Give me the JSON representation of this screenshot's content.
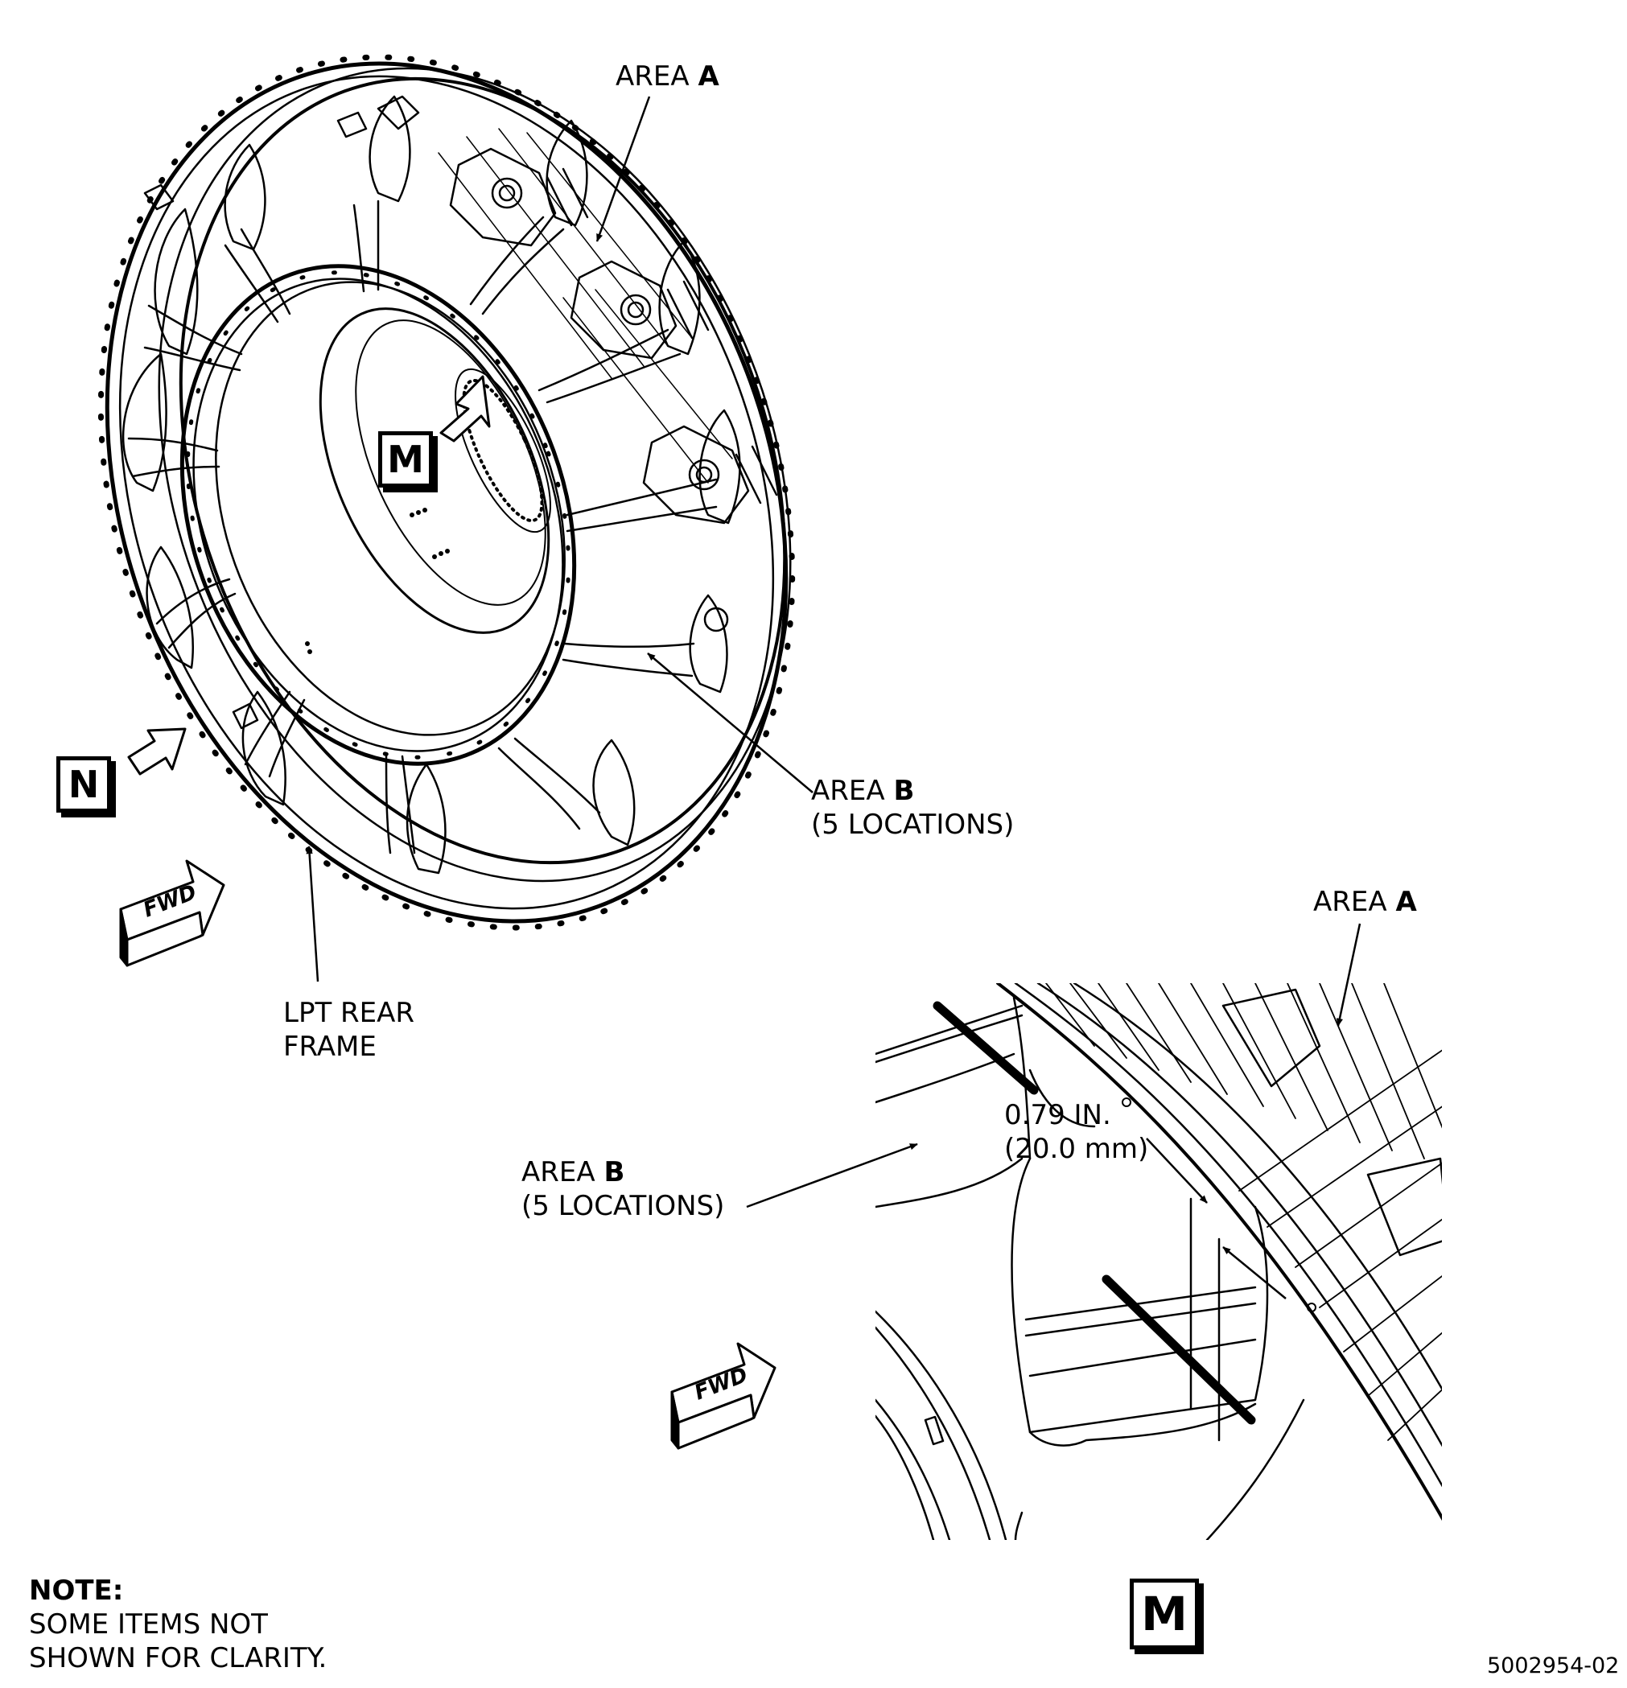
{
  "labels": {
    "area_a_main_prefix": "AREA ",
    "area_a_main_letter": "A",
    "area_b_main_prefix": "AREA ",
    "area_b_main_letter": "B",
    "area_b_main_locations": "(5 LOCATIONS)",
    "lpt_line1": "LPT REAR",
    "lpt_line2": "FRAME",
    "area_a_detail_prefix": "AREA ",
    "area_a_detail_letter": "A",
    "area_b_detail_prefix": "AREA ",
    "area_b_detail_letter": "B",
    "area_b_detail_locations": "(5 LOCATIONS)",
    "dimension_in": "0.79 IN.",
    "dimension_mm": "(20.0 mm)",
    "view_m_main": "M",
    "view_n": "N",
    "view_m_detail": "M",
    "fwd_main": "FWD",
    "fwd_detail": "FWD"
  },
  "note": {
    "heading": "NOTE:",
    "line1": "SOME ITEMS NOT",
    "line2": "SHOWN FOR CLARITY."
  },
  "figure_id": "5002954-02"
}
